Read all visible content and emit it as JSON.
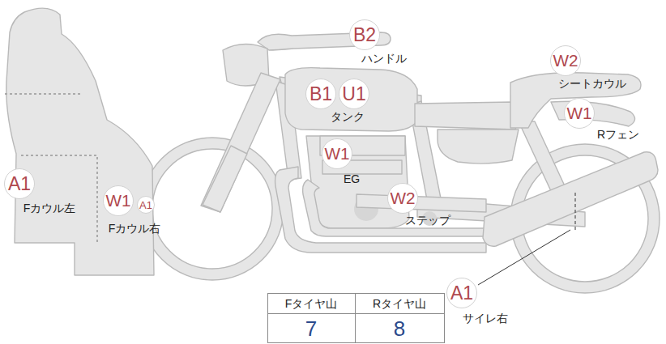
{
  "diagram": {
    "nodes": [
      {
        "text": [
          "B2",
          "ハンドル"
        ]
      },
      {
        "text": [
          "W2",
          "シートカウル"
        ]
      },
      {
        "text": [
          "B1"
        ]
      },
      {
        "text": [
          "U1",
          "タンク"
        ]
      },
      {
        "text": [
          "W1",
          "Rフェン"
        ]
      },
      {
        "text": [
          "W1",
          "EG"
        ]
      },
      {
        "text": [
          "A1",
          "Fカウル左"
        ]
      },
      {
        "text": [
          "W1",
          "Fカウル右"
        ]
      },
      {
        "text": [
          "A1"
        ]
      },
      {
        "text": [
          "W2",
          "ステップ"
        ]
      },
      {
        "text": [
          "A1",
          "サイレ右"
        ]
      }
    ],
    "labels": [
      "Fタイヤ山",
      "Rタイヤ山",
      "7",
      "8"
    ]
  }
}
